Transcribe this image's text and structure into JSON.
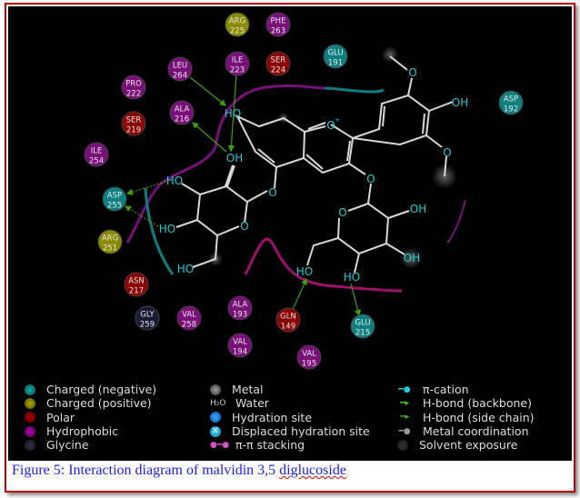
{
  "residues": [
    {
      "name": "ARG",
      "num": "225",
      "type": "positive"
    },
    {
      "name": "PHE",
      "num": "263",
      "type": "hydrophobic"
    },
    {
      "name": "GLU",
      "num": "191",
      "type": "negative"
    },
    {
      "name": "ILE",
      "num": "223",
      "type": "hydrophobic"
    },
    {
      "name": "SER",
      "num": "224",
      "type": "polar"
    },
    {
      "name": "LEU",
      "num": "264",
      "type": "hydrophobic"
    },
    {
      "name": "PRO",
      "num": "222",
      "type": "hydrophobic"
    },
    {
      "name": "ALA",
      "num": "216",
      "type": "hydrophobic"
    },
    {
      "name": "SER",
      "num": "219",
      "type": "polar"
    },
    {
      "name": "ILE",
      "num": "254",
      "type": "hydrophobic"
    },
    {
      "name": "ASP",
      "num": "255",
      "type": "negative"
    },
    {
      "name": "ARG",
      "num": "251",
      "type": "positive"
    },
    {
      "name": "ASN",
      "num": "217",
      "type": "polar"
    },
    {
      "name": "GLY",
      "num": "259",
      "type": "glycine"
    },
    {
      "name": "VAL",
      "num": "258",
      "type": "hydrophobic"
    },
    {
      "name": "ALA",
      "num": "193",
      "type": "hydrophobic"
    },
    {
      "name": "GLN",
      "num": "149",
      "type": "polar"
    },
    {
      "name": "GLU",
      "num": "215",
      "type": "negative"
    },
    {
      "name": "VAL",
      "num": "194",
      "type": "hydrophobic"
    },
    {
      "name": "VAL",
      "num": "195",
      "type": "hydrophobic"
    },
    {
      "name": "ASP",
      "num": "192",
      "type": "negative"
    }
  ],
  "colors": {
    "negative": "#0e7f80",
    "positive": "#8a8a00",
    "polar": "#8b0000",
    "hydrophobic": "#7a0e7a",
    "glycine": "#1a1a33",
    "atom": "#1ccfd6",
    "bond": "#d8d8d8",
    "hbond": "#3fa00a",
    "pi": "#d84fd0"
  },
  "molecule": {
    "labels": [
      "HO",
      "O",
      "O",
      "OH",
      "O",
      "OH",
      "O",
      "O",
      "HO",
      "HO",
      "HO",
      "OH",
      "O",
      "HO",
      "HO",
      "OH",
      "OH",
      "O"
    ],
    "charge": "+"
  },
  "legend": {
    "col1": [
      "Charged (negative)",
      "Charged (positive)",
      "Polar",
      "Hydrophobic",
      "Glycine"
    ],
    "col2": [
      "Metal",
      "Water",
      "Hydration site",
      "Displaced hydration site",
      "π-π stacking"
    ],
    "col2_water_icon": "H₂O",
    "col3": [
      "π-cation",
      "H-bond (backbone)",
      "H-bond (side chain)",
      "Metal coordination",
      "Solvent exposure"
    ]
  },
  "caption": {
    "prefix": "Figure 5: Interaction diagram of malvidin 3,5 ",
    "suffix": "diglucoside"
  }
}
